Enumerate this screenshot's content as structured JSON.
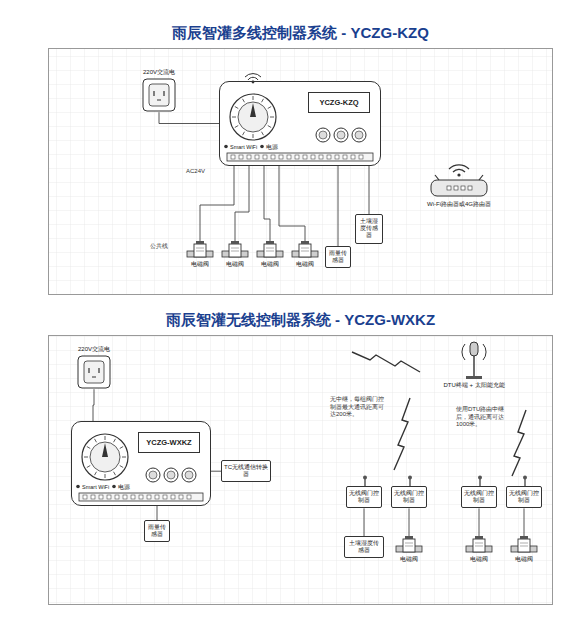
{
  "diagram": {
    "nodes": [
      {
        "text": [
          "雨辰智灌多线控制器系统 - YCZG-KZQ"
        ]
      },
      {
        "text": [
          "220V交流电"
        ],
        "in": 0
      },
      {
        "text": [
          "YCZG-KZQ",
          "Smart WiFi",
          "电源"
        ],
        "in": 0
      },
      {
        "text": [
          "电磁阀"
        ],
        "in": 0
      },
      {
        "text": [
          "电磁阀"
        ],
        "in": 0
      },
      {
        "text": [
          "电磁阀"
        ],
        "in": 0
      },
      {
        "text": [
          "电磁阀"
        ],
        "in": 0
      },
      {
        "text": [
          "雨量传感器"
        ],
        "in": 0
      },
      {
        "text": [
          "土壤湿度传感器"
        ],
        "in": 0
      },
      {
        "text": [
          "Wi-Fi路由器或4G路由器"
        ],
        "in": 0
      },
      {
        "text": [
          "雨辰智灌无线控制器系统 - YCZG-WXKZ"
        ]
      },
      {
        "text": [
          "220V交流电"
        ],
        "in": 10
      },
      {
        "text": [
          "YCZG-WXKZ",
          "Smart WiFi",
          "电源"
        ],
        "in": 10
      },
      {
        "text": [
          "TC无线通信转换器"
        ],
        "in": 10
      },
      {
        "text": [
          "雨量传感器"
        ],
        "in": 10
      },
      {
        "text": [
          "DTU终端 + 太阳能充能"
        ],
        "in": 10
      },
      {
        "text": [
          "无线阀门控制器"
        ],
        "in": 10
      },
      {
        "text": [
          "无线阀门控制器"
        ],
        "in": 10
      },
      {
        "text": [
          "无线阀门控制器"
        ],
        "in": 10
      },
      {
        "text": [
          "无线阀门控制器"
        ],
        "in": 10
      },
      {
        "text": [
          "土壤湿度传感器"
        ],
        "in": 10
      },
      {
        "text": [
          "电磁阀"
        ],
        "in": 10
      },
      {
        "text": [
          "电磁阀"
        ],
        "in": 10
      },
      {
        "text": [
          "电磁阀"
        ],
        "in": 10
      }
    ],
    "edges": [
      {
        "from": 1,
        "to": 2,
        "arrow": "none"
      },
      {
        "from": 2,
        "to": 3,
        "arrow": "none"
      },
      {
        "from": 2,
        "to": 4,
        "arrow": "none"
      },
      {
        "from": 2,
        "to": 5,
        "arrow": "none"
      },
      {
        "from": 2,
        "to": 6,
        "arrow": "none"
      },
      {
        "from": 2,
        "to": 7,
        "arrow": "none"
      },
      {
        "from": 2,
        "to": 8,
        "arrow": "none"
      },
      {
        "from": 11,
        "to": 12,
        "arrow": "none"
      },
      {
        "from": 12,
        "to": 13,
        "arrow": "none"
      },
      {
        "from": 12,
        "to": 14,
        "arrow": "none"
      },
      {
        "from": 16,
        "to": 20,
        "arrow": "none"
      },
      {
        "from": 17,
        "to": 21,
        "arrow": "none"
      },
      {
        "from": 18,
        "to": 22,
        "arrow": "none"
      },
      {
        "from": 19,
        "to": 23,
        "arrow": "none"
      }
    ],
    "labels": [
      "AC24V",
      "公共线",
      "无中继，每组阀门控制器最大通讯距离可达200米。",
      "使用DTU路由中继后，通讯距离可达1000米。"
    ]
  }
}
